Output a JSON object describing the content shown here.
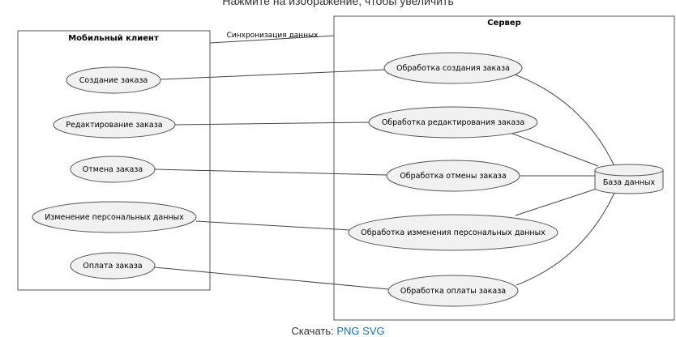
{
  "caption_top": "Нажмите на изображение, чтобы увеличить",
  "caption_bottom": {
    "prefix": "Скачать:",
    "links": "PNG SVG"
  },
  "client_box": {
    "title": "Мобильный клиент",
    "use_cases": [
      "Создание заказа",
      "Редактирование заказа",
      "Отмена заказа",
      "Изменение персональных данных",
      "Оплата заказа"
    ]
  },
  "server_box": {
    "title": "Сервер",
    "use_cases": [
      "Обработка создания заказа",
      "Обработка редактирования заказа",
      "Обработка отмены заказа",
      "Обработка изменения персональных данных",
      "Обработка оплаты заказа"
    ],
    "database": "База данных"
  },
  "sync_label": "Синхронизация данных"
}
